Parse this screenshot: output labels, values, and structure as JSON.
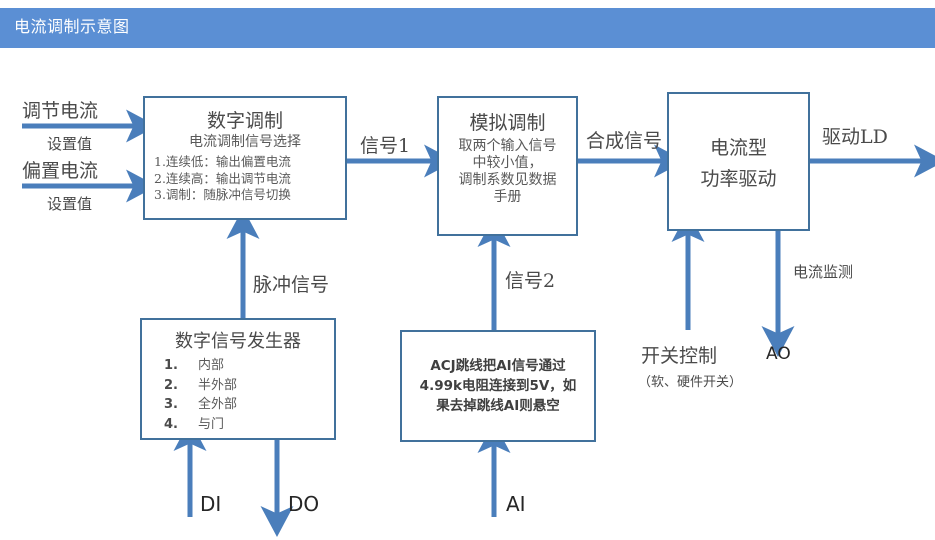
{
  "header": {
    "title": "电流调制示意图",
    "bar_color": "#5B8FD4"
  },
  "theme": {
    "box_border": "#41719C",
    "arrow_color": "#4A7EBB",
    "background": "#FFFFFF"
  },
  "boxes": {
    "digital_modulation": {
      "title": "数字调制",
      "subtitle": "电流调制信号选择",
      "items": [
        "1.连续低：输出偏置电流",
        "2.连续高：输出调节电流",
        "3.调制：随脉冲信号切换"
      ]
    },
    "analog_modulation": {
      "title": "模拟调制",
      "lines": [
        "取两个输入信号",
        "中较小值，",
        "调制系数见数据",
        "手册"
      ]
    },
    "power_driver": {
      "line1": "电流型",
      "line2": "功率驱动"
    },
    "signal_generator": {
      "title": "数字信号发生器",
      "items": [
        {
          "num": "1.",
          "label": "内部"
        },
        {
          "num": "2.",
          "label": "半外部"
        },
        {
          "num": "3.",
          "label": "全外部"
        },
        {
          "num": "4.",
          "label": "与门"
        }
      ]
    },
    "acj_note": {
      "lines": [
        "ACJ跳线把AI信号通过",
        "4.99k电阻连接到5V，如",
        "果去掉跳线AI则悬空"
      ]
    }
  },
  "labels": {
    "input_adjust_current": "调节电流",
    "input_adjust_setpoint": "设置值",
    "input_bias_current": "偏置电流",
    "input_bias_setpoint": "设置值",
    "signal_1": "信号1",
    "signal_2": "信号2",
    "combined_signal": "合成信号",
    "drive_ld": "驱动LD",
    "pulse_signal": "脉冲信号",
    "current_monitor": "电流监测",
    "switch_control": "开关控制",
    "switch_control_sub": "（软、硬件开关）",
    "ao": "AO",
    "di": "DI",
    "do": "DO",
    "ai": "AI"
  }
}
